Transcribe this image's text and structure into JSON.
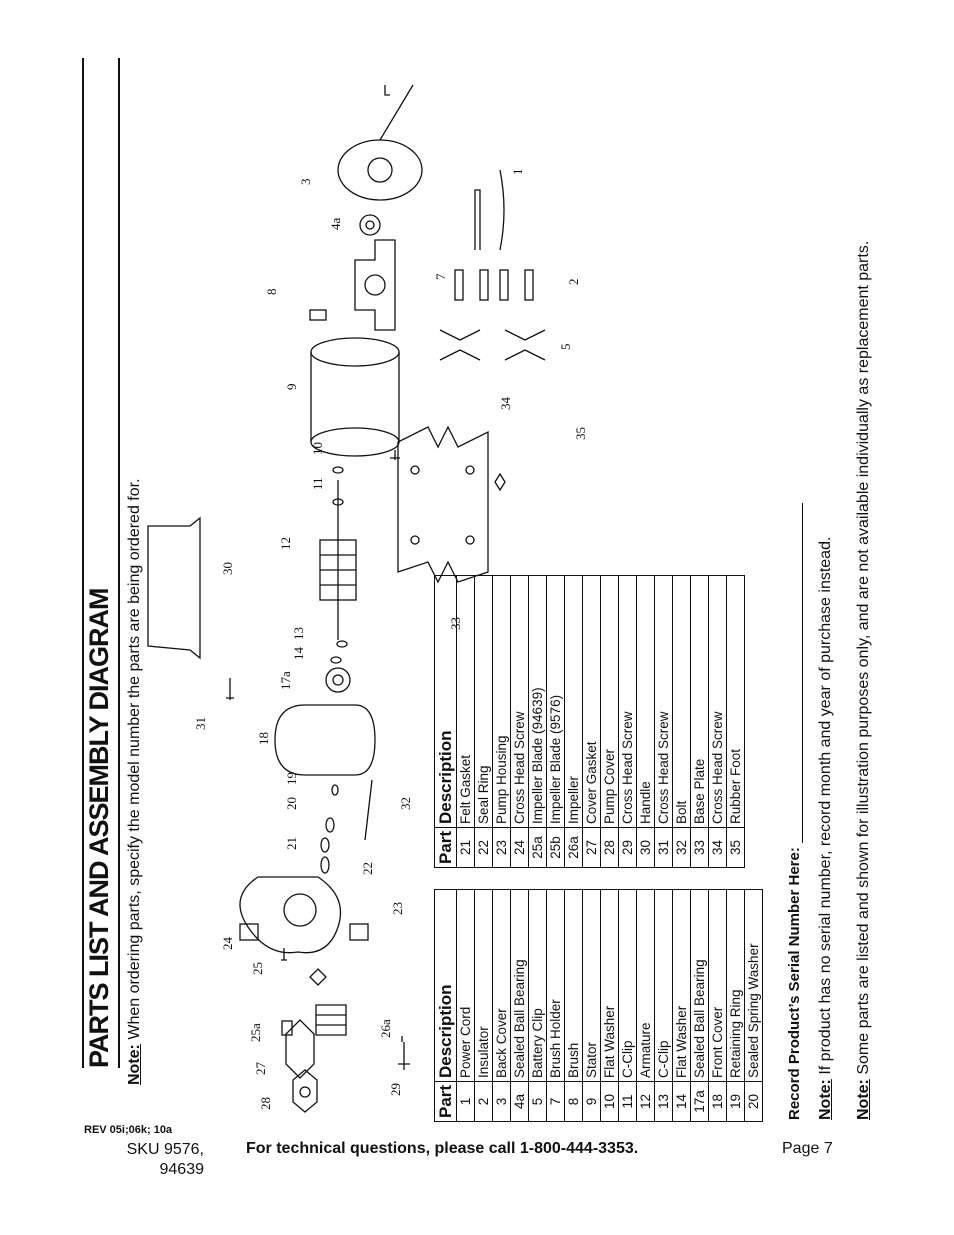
{
  "page": {
    "title": "PARTS LIST AND ASSEMBLY DIAGRAM",
    "ordering_note_label": "Note:",
    "ordering_note_text": "When ordering parts, specify the model number the parts are being ordered for.",
    "serial_label": "Record Product’s Serial Number Here:",
    "note2_label": "Note:",
    "note2_text": "If product has no serial number, record month and year of purchase instead.",
    "note3_label": "Note:",
    "note3_text": "Some parts are listed and shown for illustration purposes only, and are not available individually as replacement parts."
  },
  "table": {
    "head_part": "Part",
    "head_desc": "Description",
    "left": [
      {
        "part": "1",
        "desc": "Power Cord"
      },
      {
        "part": "2",
        "desc": "Insulator"
      },
      {
        "part": "3",
        "desc": "Back Cover"
      },
      {
        "part": "4a",
        "desc": "Sealed Ball Bearing"
      },
      {
        "part": "5",
        "desc": "Battery Clip"
      },
      {
        "part": "7",
        "desc": "Brush Holder"
      },
      {
        "part": "8",
        "desc": "Brush"
      },
      {
        "part": "9",
        "desc": "Stator"
      },
      {
        "part": "10",
        "desc": "Flat Washer"
      },
      {
        "part": "11",
        "desc": "C-Clip"
      },
      {
        "part": "12",
        "desc": "Armature"
      },
      {
        "part": "13",
        "desc": "C-Clip"
      },
      {
        "part": "14",
        "desc": "Flat Washer"
      },
      {
        "part": "17a",
        "desc": "Sealed Ball Bearing"
      },
      {
        "part": "18",
        "desc": "Front Cover"
      },
      {
        "part": "19",
        "desc": "Retaining Ring"
      },
      {
        "part": "20",
        "desc": "Sealed Spring Washer"
      }
    ],
    "right": [
      {
        "part": "21",
        "desc": "Felt Gasket"
      },
      {
        "part": "22",
        "desc": "Seal Ring"
      },
      {
        "part": "23",
        "desc": "Pump Housing"
      },
      {
        "part": "24",
        "desc": "Cross Head Screw"
      },
      {
        "part": "25a",
        "desc": "Impeller Blade (94639)"
      },
      {
        "part": "25b",
        "desc": "Impeller Blade (9576)"
      },
      {
        "part": "26a",
        "desc": "Impeller"
      },
      {
        "part": "27",
        "desc": "Cover Gasket"
      },
      {
        "part": "28",
        "desc": "Pump Cover"
      },
      {
        "part": "29",
        "desc": "Cross Head Screw"
      },
      {
        "part": "30",
        "desc": "Handle"
      },
      {
        "part": "31",
        "desc": "Cross Head Screw"
      },
      {
        "part": "32",
        "desc": "Bolt"
      },
      {
        "part": "33",
        "desc": "Base Plate"
      },
      {
        "part": "34",
        "desc": "Cross Head Screw"
      },
      {
        "part": "35",
        "desc": "Rubber Foot"
      }
    ]
  },
  "diagram": {
    "callouts": [
      "28",
      "27",
      "25a",
      "26a",
      "29",
      "25",
      "24",
      "23",
      "22",
      "21",
      "20",
      "19",
      "32",
      "18",
      "31",
      "17a",
      "14",
      "13",
      "30",
      "12",
      "11",
      "10",
      "33",
      "34",
      "35",
      "9",
      "8",
      "5",
      "2",
      "7",
      "4a",
      "3",
      "1"
    ]
  },
  "footer": {
    "rev": "REV 05i;06k; 10a",
    "sku_line1": "SKU 9576,",
    "sku_line2": "94639",
    "tech": "For technical questions, please call 1-800-444-3353.",
    "page": "Page 7"
  }
}
